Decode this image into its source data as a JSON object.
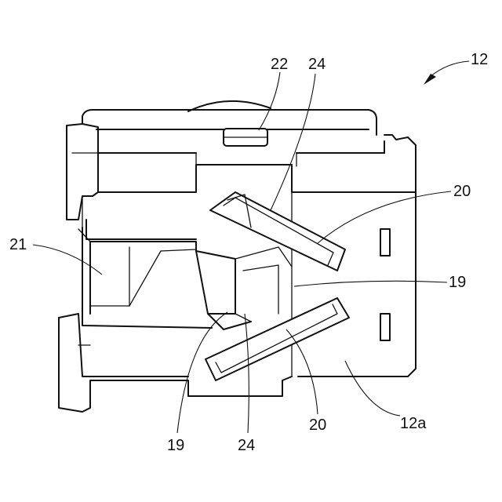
{
  "figure": {
    "reference_numerals": {
      "assembly": "12",
      "face": "12a",
      "hole_a": "19",
      "hole_b": "19",
      "groove_a": "20",
      "groove_b": "20",
      "recess": "21",
      "projection": "22",
      "rib_a": "24",
      "rib_b": "24"
    }
  }
}
